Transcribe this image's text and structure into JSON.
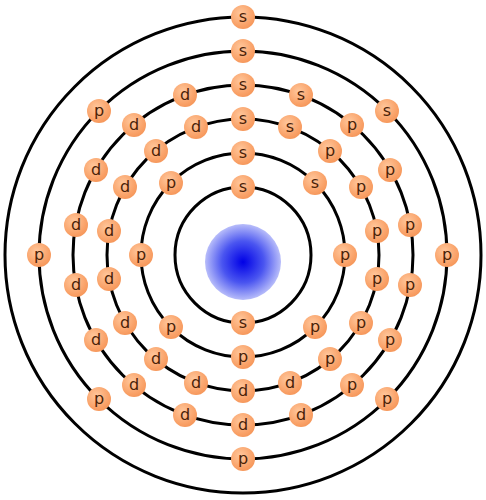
{
  "diagram": {
    "nodes": [
      {
        "text": [
          "s"
        ]
      },
      {
        "text": [
          "s"
        ]
      },
      {
        "text": [
          "s"
        ]
      },
      {
        "text": [
          "s"
        ]
      },
      {
        "text": [
          "p"
        ]
      },
      {
        "text": [
          "p"
        ]
      },
      {
        "text": [
          "p"
        ]
      },
      {
        "text": [
          "p"
        ]
      },
      {
        "text": [
          "p"
        ]
      },
      {
        "text": [
          "p"
        ]
      },
      {
        "text": [
          "s"
        ]
      },
      {
        "text": [
          "s"
        ]
      },
      {
        "text": [
          "p"
        ]
      },
      {
        "text": [
          "p"
        ]
      },
      {
        "text": [
          "p"
        ]
      },
      {
        "text": [
          "p"
        ]
      },
      {
        "text": [
          "p"
        ]
      },
      {
        "text": [
          "p"
        ]
      },
      {
        "text": [
          "d"
        ]
      },
      {
        "text": [
          "d"
        ]
      },
      {
        "text": [
          "d"
        ]
      },
      {
        "text": [
          "d"
        ]
      },
      {
        "text": [
          "d"
        ]
      },
      {
        "text": [
          "d"
        ]
      },
      {
        "text": [
          "d"
        ]
      },
      {
        "text": [
          "d"
        ]
      },
      {
        "text": [
          "d"
        ]
      },
      {
        "text": [
          "d"
        ]
      },
      {
        "text": [
          "s"
        ]
      },
      {
        "text": [
          "s"
        ]
      },
      {
        "text": [
          "p"
        ]
      },
      {
        "text": [
          "p"
        ]
      },
      {
        "text": [
          "p"
        ]
      },
      {
        "text": [
          "p"
        ]
      },
      {
        "text": [
          "p"
        ]
      },
      {
        "text": [
          "p"
        ]
      },
      {
        "text": [
          "d"
        ]
      },
      {
        "text": [
          "d"
        ]
      },
      {
        "text": [
          "d"
        ]
      },
      {
        "text": [
          "d"
        ]
      },
      {
        "text": [
          "d"
        ]
      },
      {
        "text": [
          "d"
        ]
      },
      {
        "text": [
          "d"
        ]
      },
      {
        "text": [
          "d"
        ]
      },
      {
        "text": [
          "d"
        ]
      },
      {
        "text": [
          "d"
        ]
      },
      {
        "text": [
          "s"
        ]
      },
      {
        "text": [
          "s"
        ]
      },
      {
        "text": [
          "p"
        ]
      },
      {
        "text": [
          "p"
        ]
      },
      {
        "text": [
          "p"
        ]
      },
      {
        "text": [
          "p"
        ]
      },
      {
        "text": [
          "p"
        ]
      },
      {
        "text": [
          "p"
        ]
      },
      {
        "text": [
          "s"
        ]
      }
    ]
  }
}
